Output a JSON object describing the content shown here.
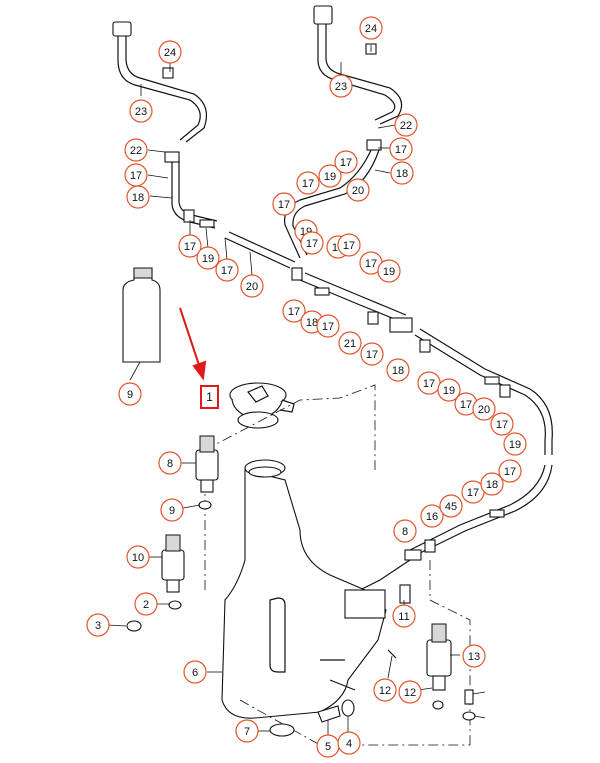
{
  "highlight": {
    "label": "1",
    "color": "#e11919"
  },
  "callout_color": "#e2552a",
  "callouts": [
    {
      "label": "24"
    },
    {
      "label": "23"
    },
    {
      "label": "22"
    },
    {
      "label": "17"
    },
    {
      "label": "18"
    },
    {
      "label": "17"
    },
    {
      "label": "19"
    },
    {
      "label": "17"
    },
    {
      "label": "20"
    },
    {
      "label": "24"
    },
    {
      "label": "23"
    },
    {
      "label": "22"
    },
    {
      "label": "17"
    },
    {
      "label": "18"
    },
    {
      "label": "17"
    },
    {
      "label": "19"
    },
    {
      "label": "17"
    },
    {
      "label": "20"
    },
    {
      "label": "17"
    },
    {
      "label": "19"
    },
    {
      "label": "17"
    },
    {
      "label": "18"
    },
    {
      "label": "17"
    },
    {
      "label": "17"
    },
    {
      "label": "19"
    },
    {
      "label": "17"
    },
    {
      "label": "18"
    },
    {
      "label": "17"
    },
    {
      "label": "21"
    },
    {
      "label": "17"
    },
    {
      "label": "18"
    },
    {
      "label": "17"
    },
    {
      "label": "19"
    },
    {
      "label": "17"
    },
    {
      "label": "20"
    },
    {
      "label": "17"
    },
    {
      "label": "19"
    },
    {
      "label": "17"
    },
    {
      "label": "18"
    },
    {
      "label": "17"
    },
    {
      "label": "16"
    },
    {
      "label": "45"
    },
    {
      "label": "8"
    },
    {
      "label": "9"
    },
    {
      "label": "8"
    },
    {
      "label": "9"
    },
    {
      "label": "10"
    },
    {
      "label": "2"
    },
    {
      "label": "3"
    },
    {
      "label": "6"
    },
    {
      "label": "7"
    },
    {
      "label": "5"
    },
    {
      "label": "4"
    },
    {
      "label": "11"
    },
    {
      "label": "12"
    },
    {
      "label": "13"
    },
    {
      "label": "12"
    }
  ]
}
